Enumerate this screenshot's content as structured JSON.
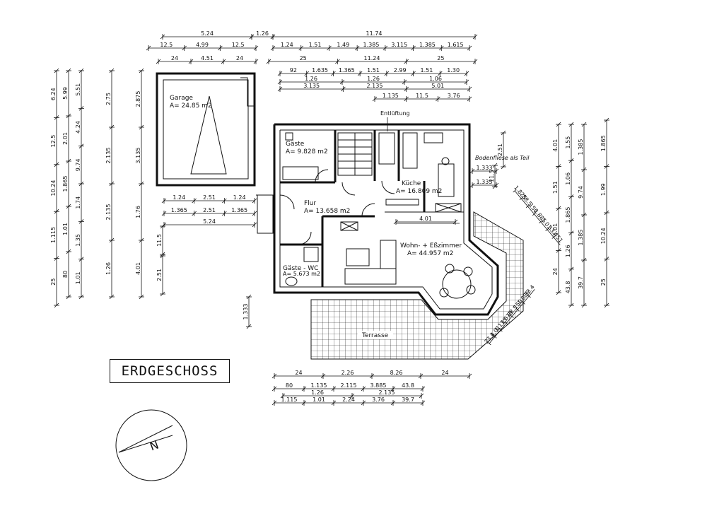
{
  "title": "ERDGESCHOSS",
  "north_label": "N",
  "rooms": [
    {
      "name": "Garage",
      "area": "A= 24.85 m2"
    },
    {
      "name": "Gäste",
      "area": "A= 9.828 m2"
    },
    {
      "name": "Küche",
      "area": "A= 16.809 m2"
    },
    {
      "name": "Flur",
      "area": "A= 13.658 m2"
    },
    {
      "name": "Wohn- + Eßzimmer",
      "area": "A= 44.957 m2"
    },
    {
      "name": "Gäste - WC",
      "area": "A= 5.673 m2"
    },
    {
      "name": "Terrasse",
      "area": ""
    }
  ],
  "annotations": {
    "vent": "Entlüftung",
    "handwritten": "Bodenfliese als Teil"
  },
  "dims_top": {
    "r1": [
      "5.24",
      "1.26",
      "11.74"
    ],
    "r2": [
      "12.5",
      "4.99",
      "12.5",
      "1.24",
      "1.51",
      "1.49",
      "1.385",
      "3.115",
      "1.385",
      "1.615"
    ],
    "r3": [
      "24",
      "4.51",
      "24",
      "25",
      "11.24",
      "25"
    ],
    "r4": [
      "92",
      "1.635",
      "1.365",
      "1.51",
      "2.99",
      "1.51",
      "1.30"
    ],
    "r5": [
      "1.26",
      "1.26",
      "1.06"
    ],
    "r6": [
      "3.135",
      "2.135",
      "5.01"
    ],
    "r7": [
      "1.135",
      "11.5",
      "3.76"
    ]
  },
  "dims_left": {
    "c1": [
      "6.24",
      "12.5",
      "10.24",
      "1.115",
      "25"
    ],
    "c2": [
      "5.99",
      "2.01",
      "1.865",
      "1.01",
      "80"
    ],
    "c3": [
      "5.51",
      "4.24",
      "9.74",
      "1.74",
      "1.35",
      "1.01"
    ],
    "c4": [
      "2.75",
      "2.135",
      "2.135",
      "1.26"
    ],
    "c5": [
      "2.875",
      "3.135",
      "1.76",
      "4.01"
    ]
  },
  "dims_garage_side": {
    "r1": [
      "1.24",
      "2.51",
      "1.24"
    ],
    "r2": [
      "1.365",
      "2.51",
      "1.365"
    ],
    "r3": [
      "5.24"
    ],
    "v": [
      "11.5",
      "2.51",
      "1.333"
    ]
  },
  "dims_right": {
    "c1": [
      "4.01",
      "1.51",
      "5.01",
      "24"
    ],
    "c2": [
      "1.55",
      "1.06",
      "1.865",
      "1.26",
      "43.8"
    ],
    "c3": [
      "1.385",
      "9.74",
      "1.385",
      "39.7"
    ],
    "c4": [
      "1.865",
      "1.99",
      "10.24",
      "25"
    ]
  },
  "dims_kitchen": [
    "2.51",
    "1.333",
    "1.333",
    "4.01",
    "11.5"
  ],
  "dims_diag_upper": [
    "1.825",
    "88.5",
    "150",
    "1.885",
    "1.01",
    "33.4",
    "51"
  ],
  "dims_diag_lower": [
    "33.4",
    "1.01",
    "1.135",
    "1.678",
    "88.5",
    "150",
    "1.885",
    "33.4"
  ],
  "dims_bottom": {
    "r1": [
      "24",
      "2.26",
      "8.26",
      "24"
    ],
    "r2": [
      "80",
      "1.135",
      "2.115",
      "3.885",
      "43.8"
    ],
    "r3": [
      "1.26",
      "2.135"
    ],
    "r4": [
      "1.115",
      "1.01",
      "2.24",
      "3.76",
      "39.7"
    ]
  }
}
